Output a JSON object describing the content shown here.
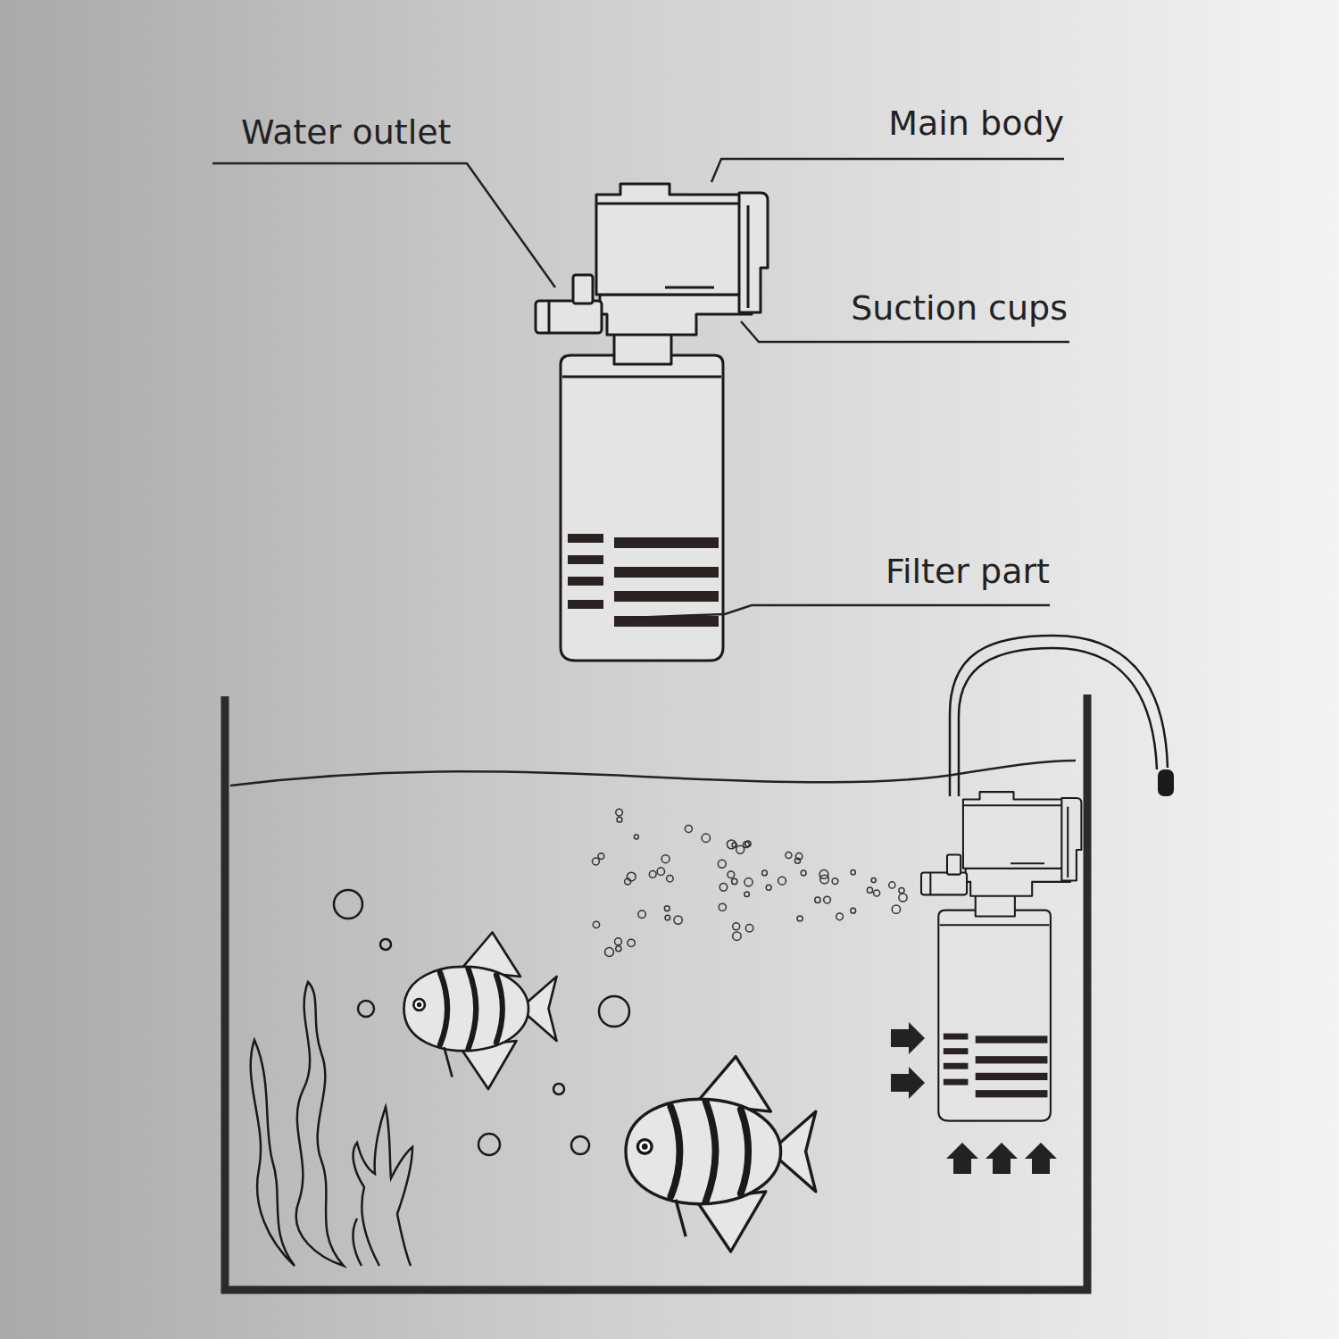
{
  "diagram": {
    "labels": [
      "Water outlet",
      "Main body",
      "Suction cups",
      "Filter part"
    ]
  }
}
